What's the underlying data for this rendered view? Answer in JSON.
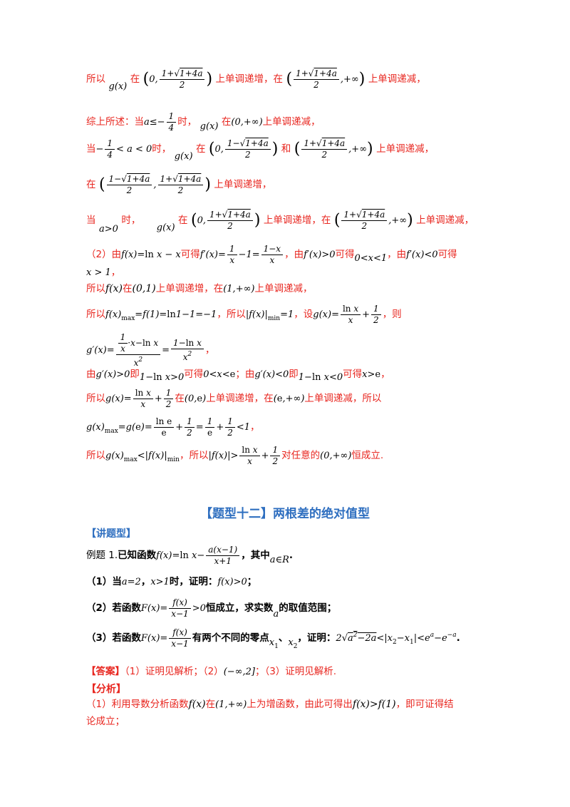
{
  "p1": {
    "a": "所以",
    "b": "g(x)",
    "c": "在",
    "d": "(0, (1+√(1+4a))/2)",
    "e": "上单调递增，在",
    "f": "((1+√(1+4a))/2, +∞)",
    "g": "上单调递减，"
  },
  "p2": {
    "a": "综上所述：当",
    "b": "a ≤ −1/4",
    "c": "时，",
    "d": "g(x)",
    "e": "在",
    "f": "(0,+∞)",
    "g": "上单调递减，"
  },
  "p3": {
    "a": "当",
    "b": "−1/4 < a < 0",
    "c": "时，",
    "d": "g(x)",
    "e": "在",
    "f": "(0, (1−√(1+4a))/2)",
    "g": "和",
    "h": "((1+√(1+4a))/2, +∞)",
    "i": "上单调递减，"
  },
  "p4": {
    "a": "在",
    "b": "((1−√(1+4a))/2, (1+√(1+4a))/2)",
    "c": "上单调递增，"
  },
  "p5": {
    "a": "当",
    "b": "a > 0",
    "c": "时，",
    "d": "g(x)",
    "e": "在",
    "f": "(0, (1+√(1+4a))/2)",
    "g": "上单调递增，在",
    "h": "((1+√(1+4a))/2, +∞)",
    "i": "上单调递减，"
  },
  "p6": {
    "a": "（2）由",
    "b": "f(x) = ln x − x",
    "c": "可得",
    "d": "f′(x) = 1/x − 1 = (1−x)/x",
    "e": "，由",
    "f": "f′(x) > 0",
    "g": "可得",
    "h": "0 < x < 1",
    "i": "，由",
    "j": "f′(x) < 0",
    "k": "可得"
  },
  "p7": {
    "a": "x > 1",
    "b": "，"
  },
  "p8": {
    "a": "所以",
    "b": "f(x)",
    "c": "在",
    "d": "(0,1)",
    "e": "上单调递增，在",
    "f": "(1,+∞)",
    "g": "上单调递减，"
  },
  "p9": {
    "a": "所以",
    "b": "f(x)max = f(1) = ln1 − 1 = −1",
    "c": "，所以",
    "d": "|f(x)|min = 1",
    "e": "，设",
    "f": "g(x) = ln x / x + 1/2",
    "g": "，则"
  },
  "p10": {
    "a": "g′(x) = ((1/x)·x − ln x)/x² = (1 − ln x)/x²",
    "b": "，"
  },
  "p11": {
    "a": "由",
    "b": "g′(x) > 0",
    "c": "即",
    "d": "1 − ln x > 0",
    "e": "可得",
    "f": "0 < x < e",
    "g": "；由",
    "h": "g′(x) < 0",
    "i": "即",
    "j": "1 − ln x < 0",
    "k": "可得",
    "l": "x > e",
    "m": "，"
  },
  "p12": {
    "a": "所以",
    "b": "g(x) = ln x / x + 1/2",
    "c": "在",
    "d": "(0,e)",
    "e": "上单调递增，在",
    "f": "(e,+∞)",
    "g": "上单调递减，所以"
  },
  "p13": {
    "a": "g(x)max = g(e) = ln e / e + 1/2 = 1/e + 1/2 < 1",
    "b": "，"
  },
  "p14": {
    "a": "所以",
    "b": "g(x)max < |f(x)|min",
    "c": "，所以",
    "d": "|f(x)| > ln x / x + 1/2",
    "e": "对任意的",
    "f": "(0,+∞)",
    "g": "恒成立."
  },
  "section_title": "【题型十二】两根差的绝对值型",
  "tag_lecture": "【讲题型】",
  "ex": {
    "a": "例题 1.",
    "b": "已知函数",
    "c": "f(x) = ln x − a(x−1)/(x+1)",
    "d": "，其中",
    "e": "a ∈ R",
    "f": "."
  },
  "q1": {
    "a": "（1）当",
    "b": "a = 2",
    "c": "，",
    "d": "x > 1",
    "e": "时，证明：",
    "f": "f(x) > 0",
    "g": "；"
  },
  "q2": {
    "a": "（2）若函数",
    "b": "F(x) = f(x)/(x−1) > 0",
    "c": "恒成立，求实数",
    "d": "a",
    "e": "的取值范围；"
  },
  "q3": {
    "a": "（3）若函数",
    "b": "F(x) = f(x)/(x−1)",
    "c": "有两个不同的零点",
    "d": "x1",
    "e": "、",
    "f": "x2",
    "g": "，证明：",
    "h": "2√(a² − 2a) < |x2 − x1| < e^a − e^(−a)",
    "i": "."
  },
  "ans": {
    "tag": "【答案】",
    "a": "（1）证明见解析；（2）",
    "b": "(−∞, 2]",
    "c": "；（3）证明见解析."
  },
  "tag_analysis": "【分析】",
  "an1": {
    "a": "（1）利用导数分析函数",
    "b": "f(x)",
    "c": "在",
    "d": "(1,+∞)",
    "e": "上为增函数，由此可得出",
    "f": "f(x) > f(1)",
    "g": "，即可证得结"
  },
  "an2": {
    "a": "论成立；"
  }
}
